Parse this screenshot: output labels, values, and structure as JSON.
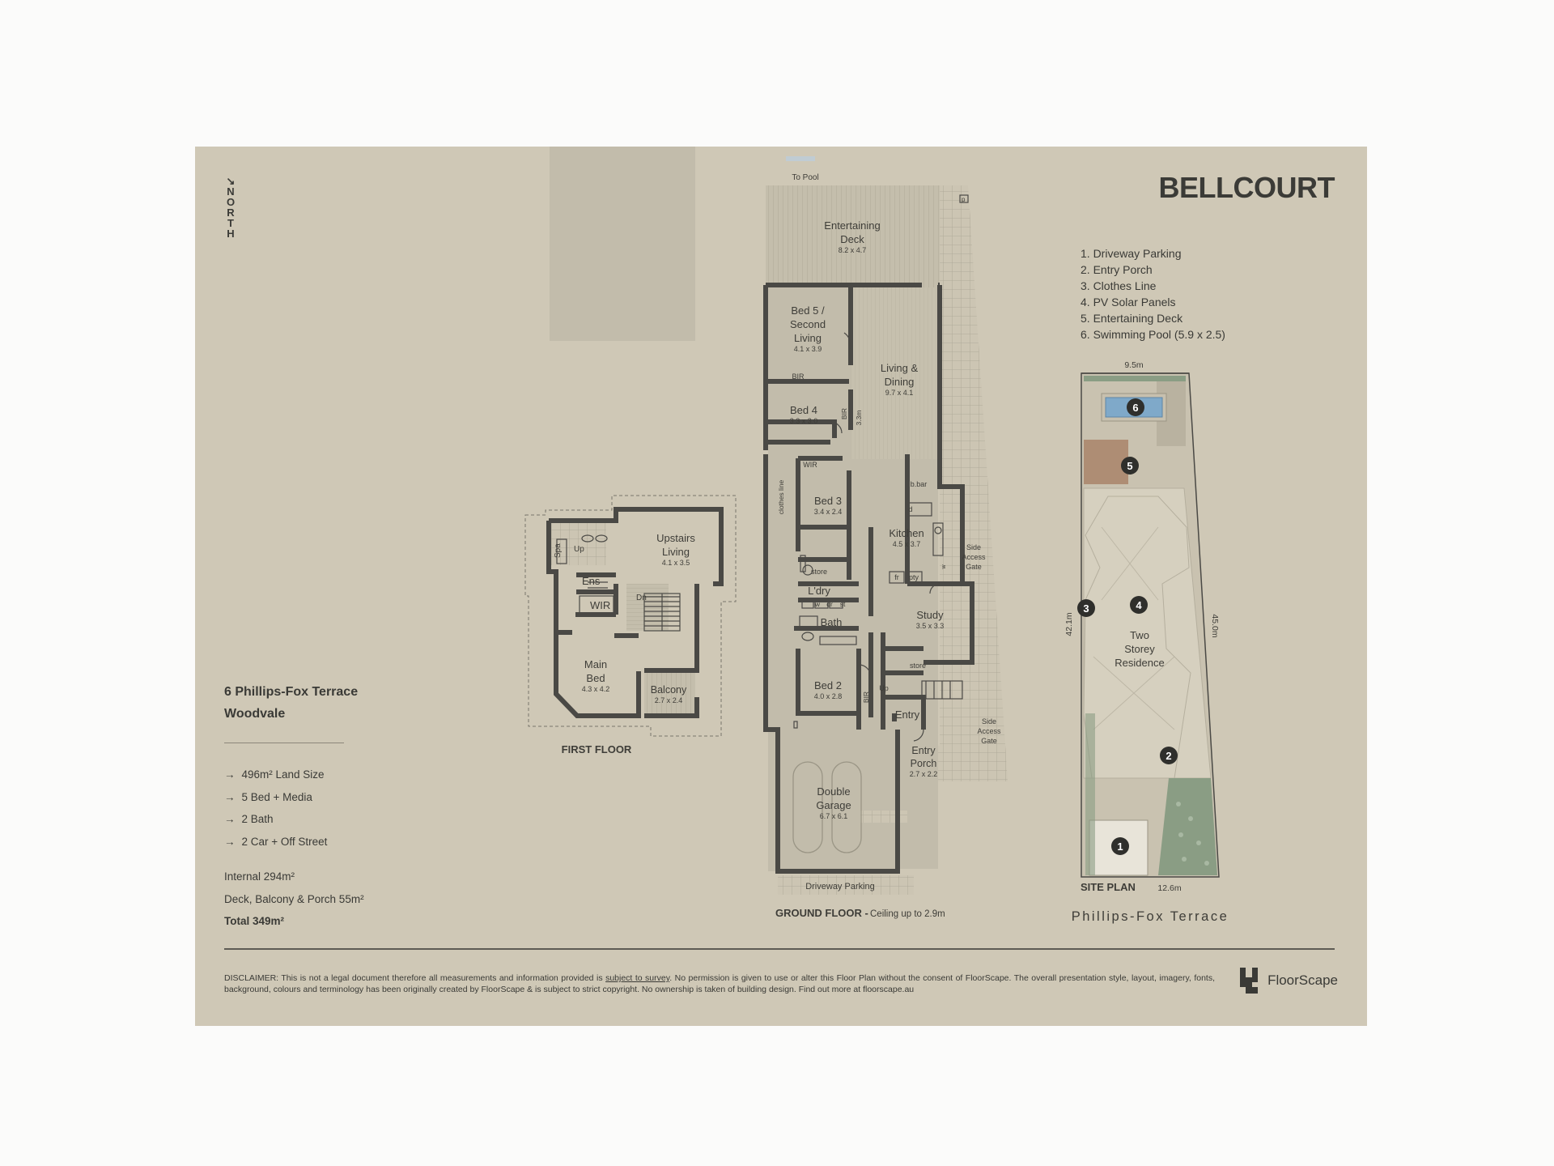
{
  "brand": "BELLCOURT",
  "north_label": "NORTH",
  "legend": [
    "1. Driveway Parking",
    "2. Entry Porch",
    "3. Clothes Line",
    "4. PV Solar Panels",
    "5. Entertaining Deck",
    "6. Swimming Pool (5.9 x 2.5)"
  ],
  "address": {
    "street": "6 Phillips-Fox Terrace",
    "suburb": "Woodvale"
  },
  "features": [
    "496m² Land Size",
    "5 Bed + Media",
    "2 Bath",
    "2 Car + Off Street"
  ],
  "areas": [
    "Internal 294m²",
    "Deck, Balcony & Porch 55m²",
    "Total 349m²"
  ],
  "first_floor": {
    "title": "FIRST FLOOR",
    "rooms": {
      "upstairs_living": {
        "name1": "Upstairs",
        "name2": "Living",
        "dims": "4.1 x 3.5"
      },
      "main_bed": {
        "name1": "Main",
        "name2": "Bed",
        "dims": "4.3 x 4.2"
      },
      "balcony": {
        "name": "Balcony",
        "dims": "2.7 x 2.4"
      },
      "ens": "Ens",
      "wir": "WIR",
      "spa": "Spa",
      "up": "Up",
      "dn": "Dn"
    }
  },
  "ground_floor": {
    "title": "GROUND FLOOR -",
    "ceiling": "Ceiling up to 2.9m",
    "to_pool": "To Pool",
    "rooms": {
      "deck": {
        "name1": "Entertaining",
        "name2": "Deck",
        "dims": "8.2 x 4.7"
      },
      "bed5": {
        "name1": "Bed 5 /",
        "name2": "Second",
        "name3": "Living",
        "dims": "4.1 x 3.9"
      },
      "living": {
        "name1": "Living &",
        "name2": "Dining",
        "dims": "9.7 x 4.1"
      },
      "bed4": {
        "name": "Bed 4",
        "dims": "3.3 x 3.0"
      },
      "bed3": {
        "name": "Bed 3",
        "dims": "3.4 x 2.4"
      },
      "kitchen": {
        "name": "Kitchen",
        "dims": "4.5 x 3.7"
      },
      "study": {
        "name": "Study",
        "dims": "3.5 x 3.3"
      },
      "bed2": {
        "name": "Bed 2",
        "dims": "4.0 x 2.8"
      },
      "garage": {
        "name1": "Double",
        "name2": "Garage",
        "dims": "6.7 x 6.1"
      },
      "porch": {
        "name1": "Entry",
        "name2": "Porch",
        "dims": "2.7 x 2.2"
      },
      "laundry": "L'dry",
      "bath": "Bath",
      "entry": "Entry",
      "driveway": "Driveway Parking",
      "bir": "BIR",
      "wir": "WIR",
      "store": "store",
      "bbar": "b.bar",
      "d": "d",
      "fr": "fr",
      "pty": "pty",
      "w": "w",
      "dr": "dr",
      "st": "st",
      "up": "Up",
      "dim_33": "3.3m",
      "clothes_line": "clothes line",
      "p": "p",
      "side_gate": {
        "l1": "Side",
        "l2": "Access",
        "l3": "Gate"
      }
    }
  },
  "site_plan": {
    "title": "SITE PLAN",
    "street": "Phillips-Fox Terrace",
    "dims": {
      "top": "9.5m",
      "bottom": "12.6m",
      "left": "42.1m",
      "right": "45.0m"
    },
    "house": {
      "l1": "Two",
      "l2": "Storey",
      "l3": "Residence"
    },
    "markers": [
      "1",
      "2",
      "3",
      "4",
      "5",
      "6"
    ]
  },
  "disclaimer": {
    "prefix": "DISCLAIMER: This is not a legal document therefore all measurements and information provided is",
    "link": "subject to survey",
    "suffix": ". No permission is given to use or alter this Floor Plan without the consent of FloorScape. The overall presentation style, layout, imagery, fonts, background, colours and terminology has been originally created by FloorScape & is subject to strict copyright. No ownership is taken of building design. Find out more at floorscape.au"
  },
  "floorscape": "FloorScape",
  "colors": {
    "background": "#cfc8b6",
    "wall": "#4a4945",
    "floor": "#c2bcab",
    "deck": "#bdb7a5",
    "pool": "#7fa9c9",
    "lawn": "#8a9d84",
    "text": "#3a3a36"
  }
}
